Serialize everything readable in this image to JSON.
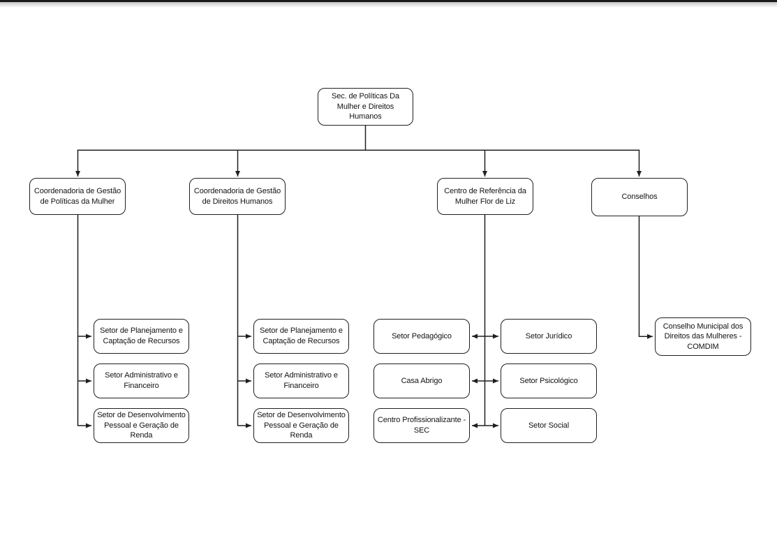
{
  "window": {
    "top_edge_color": "#1a1a1a",
    "background_color": "#ffffff"
  },
  "colors": {
    "line": "#1f1f1f",
    "box_border": "#1f1f1f",
    "box_fill": "#ffffff",
    "text": "#121212"
  },
  "org": {
    "root": {
      "label": "Sec. de Políticas Da Mulher e Direitos Humanos"
    },
    "branches": [
      {
        "label": "Coordenadoria de Gestão de Políticas da Mulher",
        "children": [
          {
            "label": "Setor de Planejamento e Captação de Recursos"
          },
          {
            "label": "Setor Administrativo e Financeiro"
          },
          {
            "label": "Setor de Desenvolvimento Pessoal e Geração de Renda"
          }
        ]
      },
      {
        "label": "Coordenadoria de Gestão de Direitos Humanos",
        "children": [
          {
            "label": "Setor de Planejamento e Captação de Recursos"
          },
          {
            "label": "Setor Administrativo e Financeiro"
          },
          {
            "label": "Setor de Desenvolvimento Pessoal e Geração de Renda"
          }
        ]
      },
      {
        "label": "Centro de Referência da Mulher Flor de Liz",
        "children_left": [
          {
            "label": "Setor Pedagógico"
          },
          {
            "label": "Casa Abrigo"
          },
          {
            "label": "Centro Profissionalizante - SEC"
          }
        ],
        "children_right": [
          {
            "label": "Setor Jurídico"
          },
          {
            "label": "Setor Psicológico"
          },
          {
            "label": "Setor Social"
          }
        ]
      },
      {
        "label": "Conselhos",
        "children": [
          {
            "label": "Conselho Municipal dos Direitos das Mulheres - COMDIM"
          }
        ]
      }
    ]
  }
}
